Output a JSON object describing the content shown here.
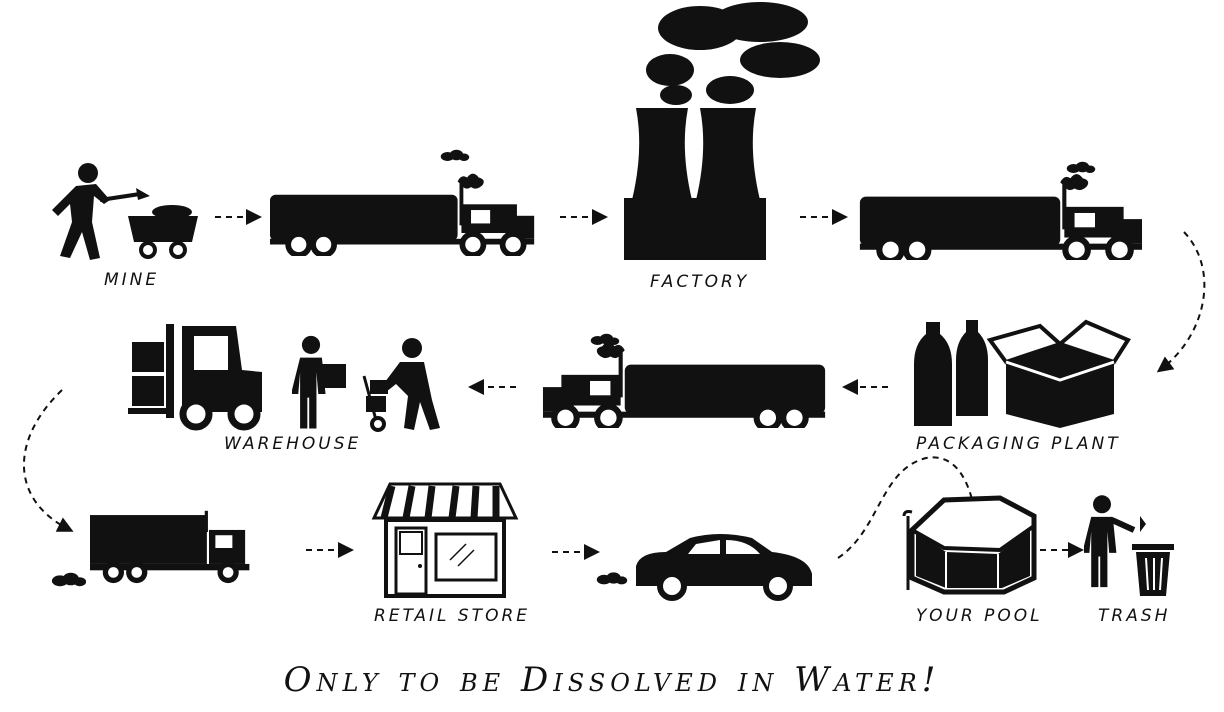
{
  "labels": {
    "mine": "MINE",
    "factory": "FACTORY",
    "packaging_plant": "PACKAGING PLANT",
    "warehouse": "WAREHOUSE",
    "retail_store": "RETAIL STORE",
    "your_pool": "YOUR POOL",
    "trash": "TRASH"
  },
  "caption": "Only to be Dissolved in Water!",
  "colors": {
    "ink": "#111111",
    "background": "#ffffff"
  }
}
